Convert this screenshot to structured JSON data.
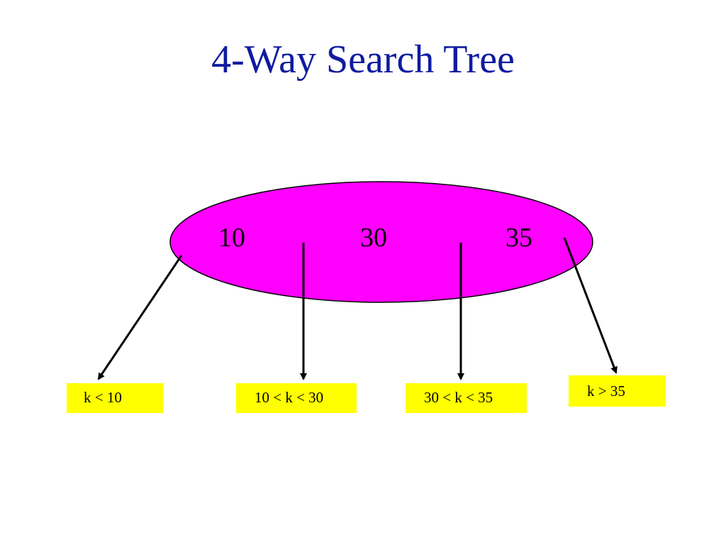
{
  "title": "4-Way Search Tree",
  "node": {
    "fill_color": "#ff00ff",
    "keys": [
      "10",
      "30",
      "35"
    ]
  },
  "ranges": [
    {
      "label": "k < 10"
    },
    {
      "label": "10 < k < 30"
    },
    {
      "label": "30 < k < 35"
    },
    {
      "label": "k > 35"
    }
  ],
  "colors": {
    "title": "#101ba0",
    "node": "#ff00ff",
    "range_box": "#ffff00",
    "arrow": "#000000"
  }
}
